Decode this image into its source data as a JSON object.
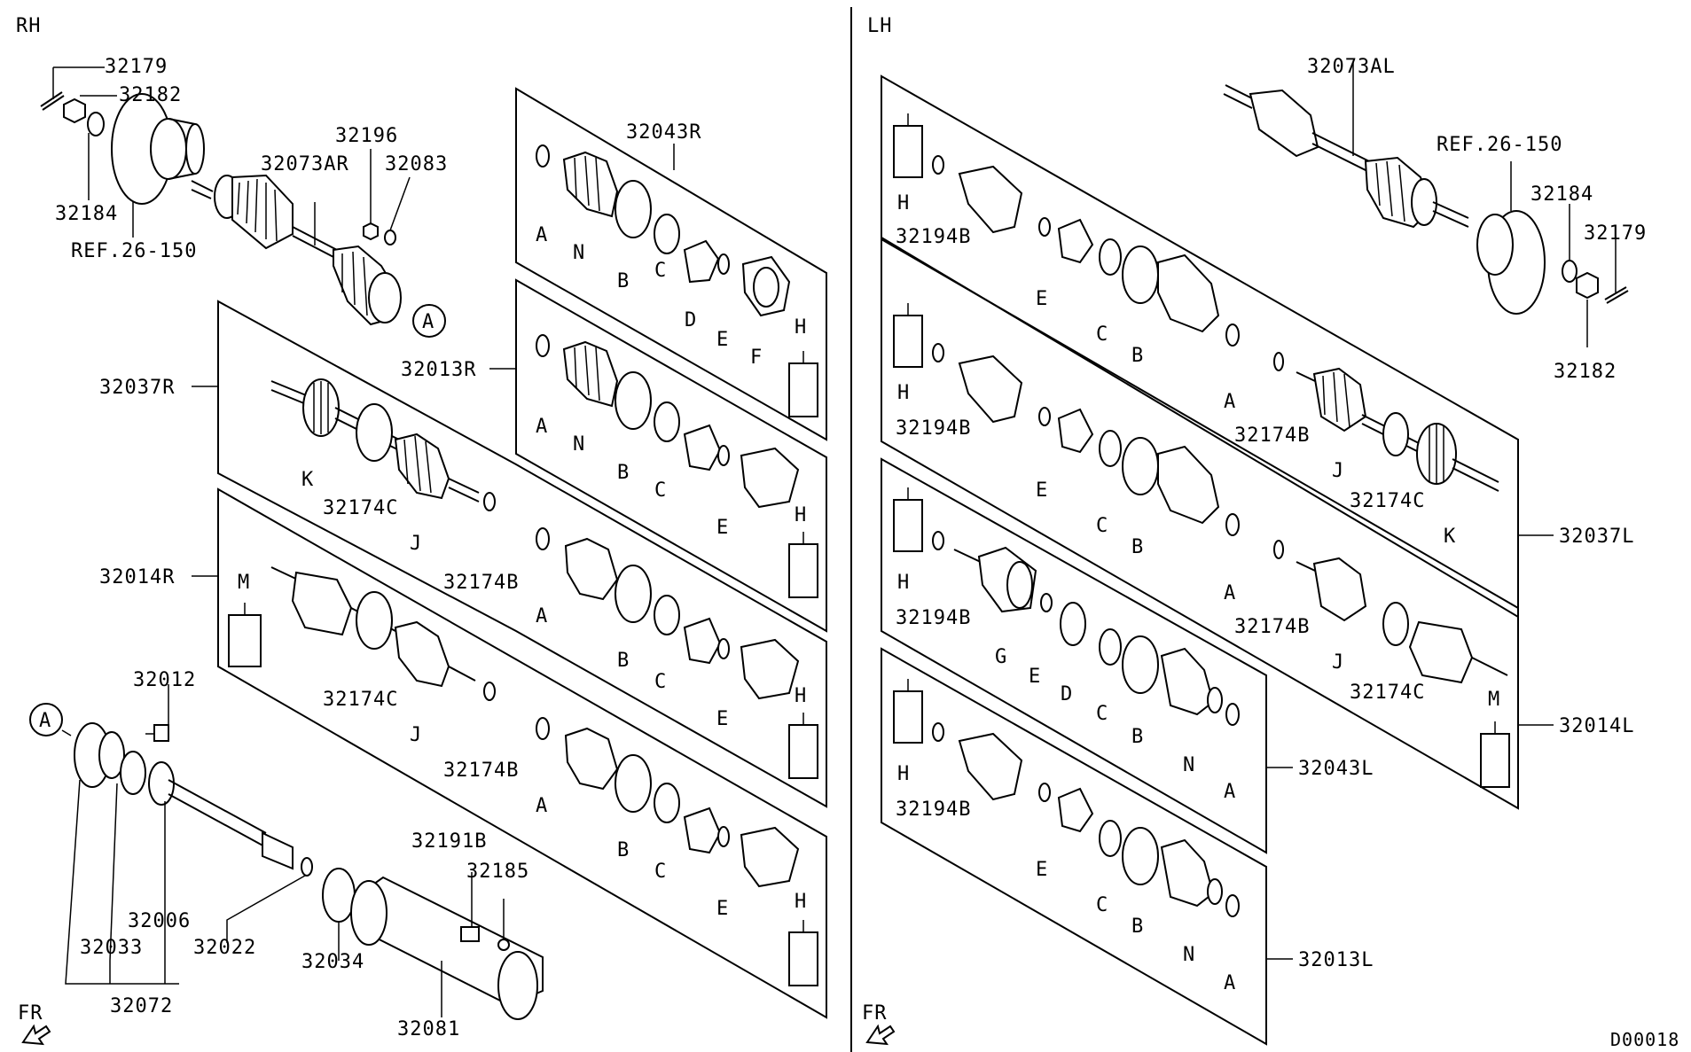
{
  "sides": {
    "rh": "RH",
    "lh": "LH"
  },
  "footer": {
    "fr_left": "FR",
    "fr_right": "FR",
    "code": "D00018"
  },
  "rh_labels": {
    "p32179": "32179",
    "p32182": "32182",
    "p32184": "32184",
    "ref": "REF.26-150",
    "p32196": "32196",
    "p32083": "32083",
    "p32073AR": "32073AR",
    "circleA": "A",
    "p32043R": "32043R",
    "p32013R": "32013R",
    "p32037R": "32037R",
    "p32014R": "32014R",
    "p32012": "32012",
    "circleA2": "A",
    "p32033": "32033",
    "p32006": "32006",
    "p32022": "32022",
    "p32072": "32072",
    "p32034": "32034",
    "p32191B": "32191B",
    "p32185": "32185",
    "p32081": "32081",
    "k": "K",
    "j1": "J",
    "j2": "J",
    "c174_1": "32174C",
    "c174_2": "32174C",
    "b174_1": "32174B",
    "b174_2": "32174B",
    "m": "M",
    "p1": {
      "a": "A",
      "n": "N",
      "b": "B",
      "c": "C",
      "d": "D",
      "e": "E",
      "f": "F",
      "h": "H"
    },
    "p2": {
      "a": "A",
      "n": "N",
      "b": "B",
      "c": "C",
      "e": "E",
      "h": "H"
    },
    "p3": {
      "a": "A",
      "b": "B",
      "c": "C",
      "e": "E",
      "h": "H"
    },
    "p4": {
      "a": "A",
      "b": "B",
      "c": "C",
      "e": "E",
      "h": "H"
    }
  },
  "lh_labels": {
    "p32073AL": "32073AL",
    "ref": "REF.26-150",
    "p32184": "32184",
    "p32179": "32179",
    "p32182": "32182",
    "p32037L": "32037L",
    "p32014L": "32014L",
    "p32043L": "32043L",
    "p32013L": "32013L",
    "k": "K",
    "j1": "J",
    "j2": "J",
    "c174_1": "32174C",
    "c174_2": "32174C",
    "b174_1": "32174B",
    "b174_2": "32174B",
    "m": "M",
    "p1": {
      "h": "H",
      "b194": "32194B",
      "e": "E",
      "c": "C",
      "b": "B",
      "a": "A"
    },
    "p2": {
      "h": "H",
      "b194": "32194B",
      "e": "E",
      "c": "C",
      "b": "B",
      "a": "A"
    },
    "p3": {
      "h": "H",
      "b194": "32194B",
      "g": "G",
      "e": "E",
      "d": "D",
      "c": "C",
      "b": "B",
      "n": "N",
      "a": "A"
    },
    "p4": {
      "h": "H",
      "b194": "32194B",
      "e": "E",
      "c": "C",
      "b": "B",
      "n": "N",
      "a": "A"
    }
  }
}
